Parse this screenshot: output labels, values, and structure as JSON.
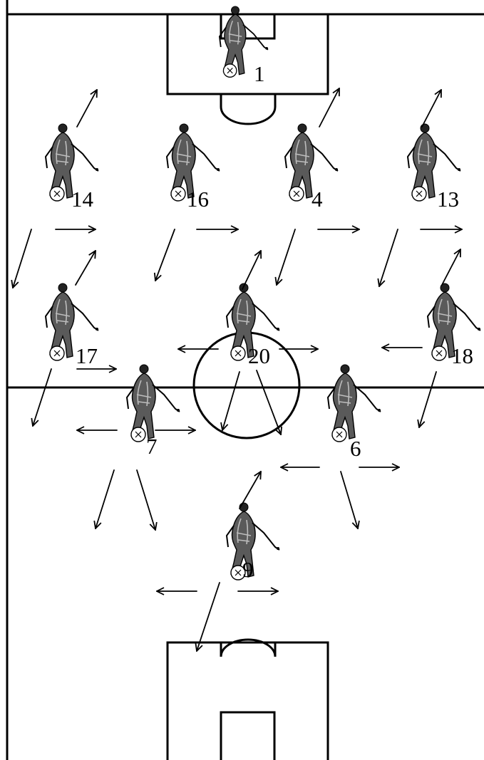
{
  "diagram": {
    "type": "soccer-formation",
    "players": [
      {
        "number": "1",
        "role": "goalkeeper"
      },
      {
        "number": "14",
        "role": "outfield"
      },
      {
        "number": "16",
        "role": "outfield"
      },
      {
        "number": "4",
        "role": "outfield"
      },
      {
        "number": "13",
        "role": "outfield"
      },
      {
        "number": "17",
        "role": "outfield"
      },
      {
        "number": "20",
        "role": "outfield"
      },
      {
        "number": "18",
        "role": "outfield"
      },
      {
        "number": "7",
        "role": "outfield"
      },
      {
        "number": "6",
        "role": "outfield"
      },
      {
        "number": "9",
        "role": "outfield"
      }
    ],
    "colors": {
      "ink": "#000000",
      "background": "#ffffff",
      "jersey": "#7a7a7a"
    }
  }
}
